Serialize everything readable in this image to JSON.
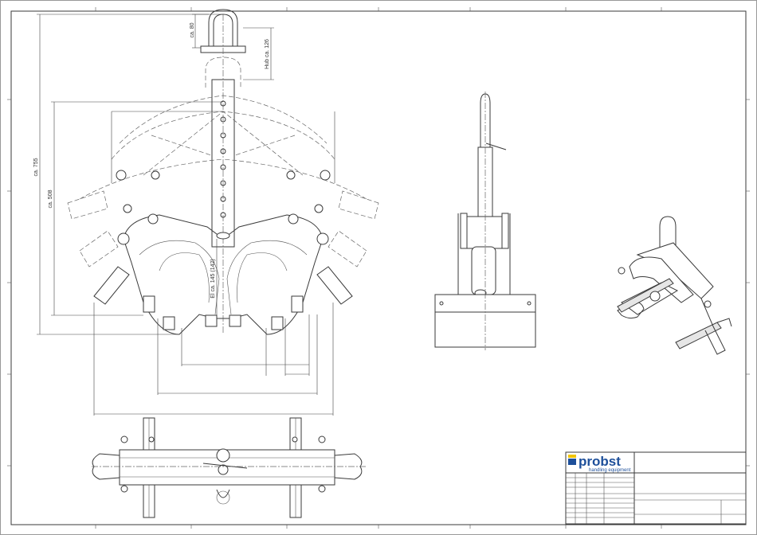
{
  "dimensions": {
    "top_height": "ca. 80",
    "stroke": "Hub ca. 126",
    "overall_height": "ca. 755",
    "mid_height": "ca. 508",
    "inner_height": "El ca. 145 (142)"
  },
  "title_block": {
    "brand": "probst",
    "tagline": "handling equipment"
  },
  "colors": {
    "brand": "#1d4f9a",
    "logo_accent": "#f2c400"
  }
}
